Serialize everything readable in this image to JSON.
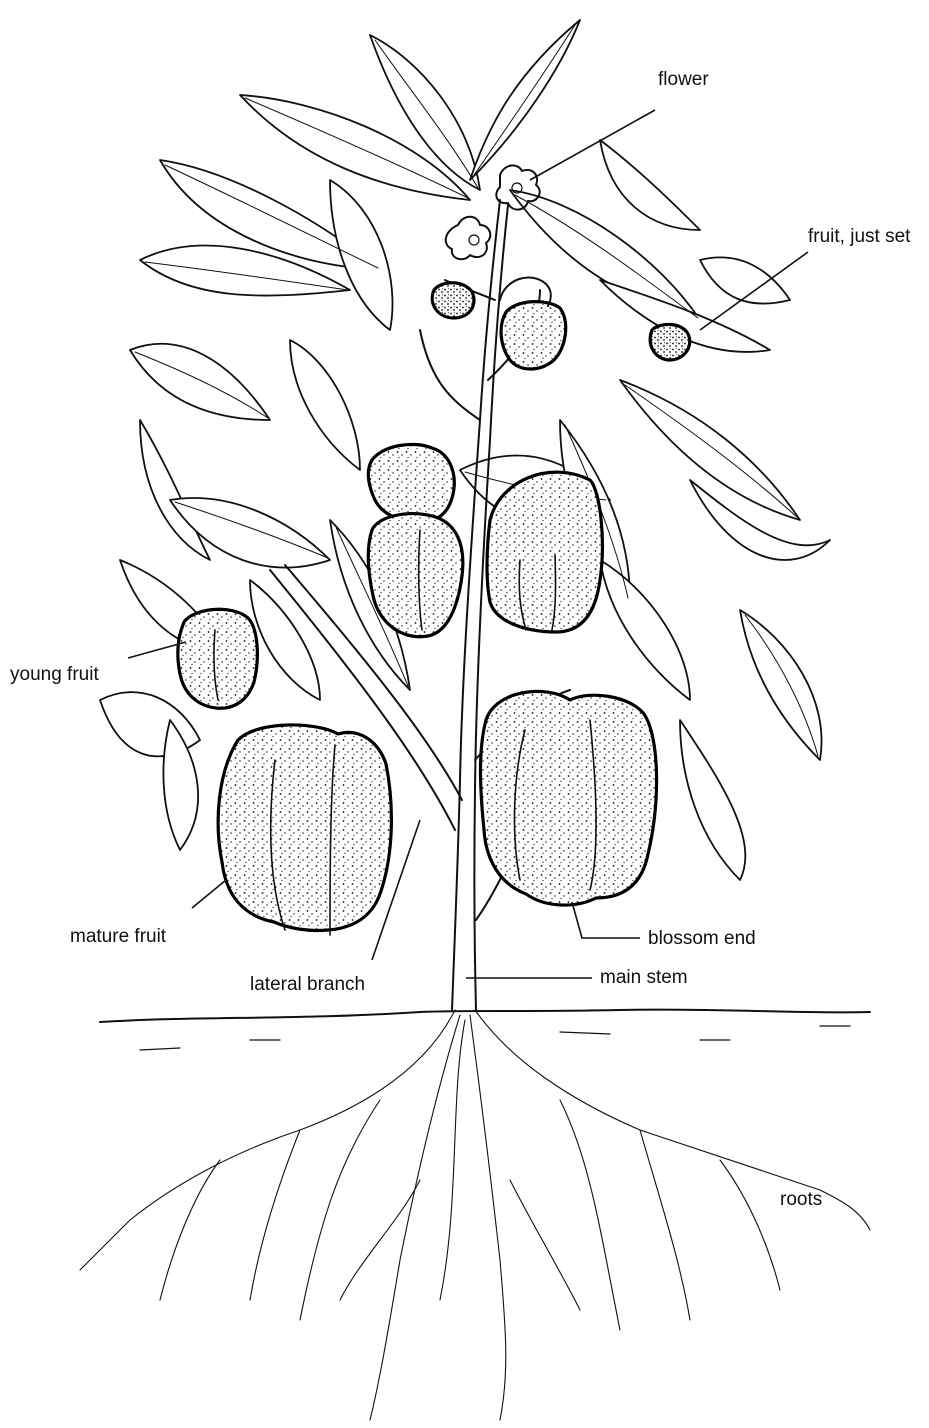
{
  "labels": {
    "flower": "flower",
    "fruit_just_set": "fruit, just set",
    "young_fruit": "young fruit",
    "mature_fruit": "mature fruit",
    "lateral_branch": "lateral branch",
    "blossom_end": "blossom end",
    "main_stem": "main stem",
    "roots": "roots"
  },
  "colors": {
    "ink": "#111111",
    "background": "#ffffff"
  }
}
